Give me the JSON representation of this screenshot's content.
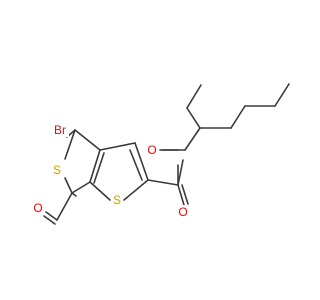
{
  "molecule": {
    "atoms": [
      {
        "symbol": "Br",
        "color": "#a52a2a"
      },
      {
        "symbol": "S",
        "color": "#c9a400"
      },
      {
        "symbol": "S",
        "color": "#c9a400"
      },
      {
        "symbol": "O",
        "color": "#ff0000"
      },
      {
        "symbol": "O",
        "color": "#ff0000"
      },
      {
        "symbol": "O",
        "color": "#ff0000"
      }
    ],
    "bond_color": "#3a3a3a"
  }
}
